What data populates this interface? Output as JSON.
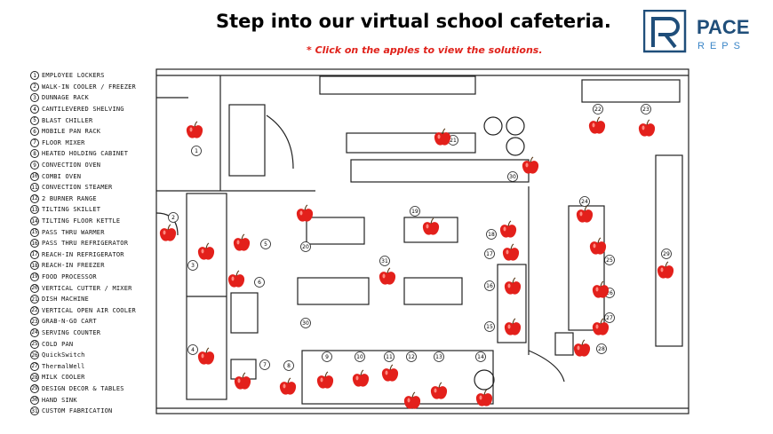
{
  "header": {
    "title": "Step into our virtual school cafeteria.",
    "subtitle": "* Click on the apples to view the solutions.",
    "logo_name": "PACE",
    "logo_sub": "REPS",
    "brand_color": "#1f4e7a"
  },
  "legend": [
    {
      "n": "1",
      "label": "EMPLOYEE LOCKERS"
    },
    {
      "n": "2",
      "label": "WALK-IN COOLER / FREEZER"
    },
    {
      "n": "3",
      "label": "DUNNAGE RACK"
    },
    {
      "n": "4",
      "label": "CANTILEVERED SHELVING"
    },
    {
      "n": "5",
      "label": "BLAST CHILLER"
    },
    {
      "n": "6",
      "label": "MOBILE PAN RACK"
    },
    {
      "n": "7",
      "label": "FLOOR MIXER"
    },
    {
      "n": "8",
      "label": "HEATED HOLDING CABINET"
    },
    {
      "n": "9",
      "label": "CONVECTION OVEN"
    },
    {
      "n": "10",
      "label": "COMBI OVEN"
    },
    {
      "n": "11",
      "label": "CONVECTION STEAMER"
    },
    {
      "n": "12",
      "label": "2 BURNER RANGE"
    },
    {
      "n": "13",
      "label": "TILTING SKILLET"
    },
    {
      "n": "14",
      "label": "TILTING FLOOR KETTLE"
    },
    {
      "n": "15",
      "label": "PASS THRU WARMER"
    },
    {
      "n": "16",
      "label": "PASS THRU REFRIGERATOR"
    },
    {
      "n": "17",
      "label": "REACH-IN REFRIGERATOR"
    },
    {
      "n": "18",
      "label": "REACH-IN FREEZER"
    },
    {
      "n": "19",
      "label": "FOOD PROCESSOR"
    },
    {
      "n": "20",
      "label": "VERTICAL CUTTER / MIXER"
    },
    {
      "n": "21",
      "label": "DISH MACHINE"
    },
    {
      "n": "22",
      "label": "VERTICAL OPEN AIR COOLER"
    },
    {
      "n": "23",
      "label": "GRAB-N-GO CART"
    },
    {
      "n": "24",
      "label": "SERVING COUNTER"
    },
    {
      "n": "25",
      "label": "COLD PAN"
    },
    {
      "n": "26",
      "label": "QuickSwitch"
    },
    {
      "n": "27",
      "label": "ThermalWell"
    },
    {
      "n": "28",
      "label": "MILK COOLER"
    },
    {
      "n": "29",
      "label": "DESIGN DECOR & TABLES"
    },
    {
      "n": "30",
      "label": "HAND SINK"
    },
    {
      "n": "31",
      "label": "CUSTOM FABRICATION"
    }
  ],
  "plan_tags": [
    "1",
    "2",
    "3",
    "4",
    "5",
    "6",
    "7",
    "8",
    "9",
    "10",
    "11",
    "12",
    "13",
    "14",
    "15",
    "16",
    "17",
    "18",
    "19",
    "20",
    "21",
    "22",
    "23",
    "24",
    "25",
    "26",
    "27",
    "28",
    "29",
    "30",
    "30",
    "31"
  ],
  "apple_color": "#e3201b"
}
